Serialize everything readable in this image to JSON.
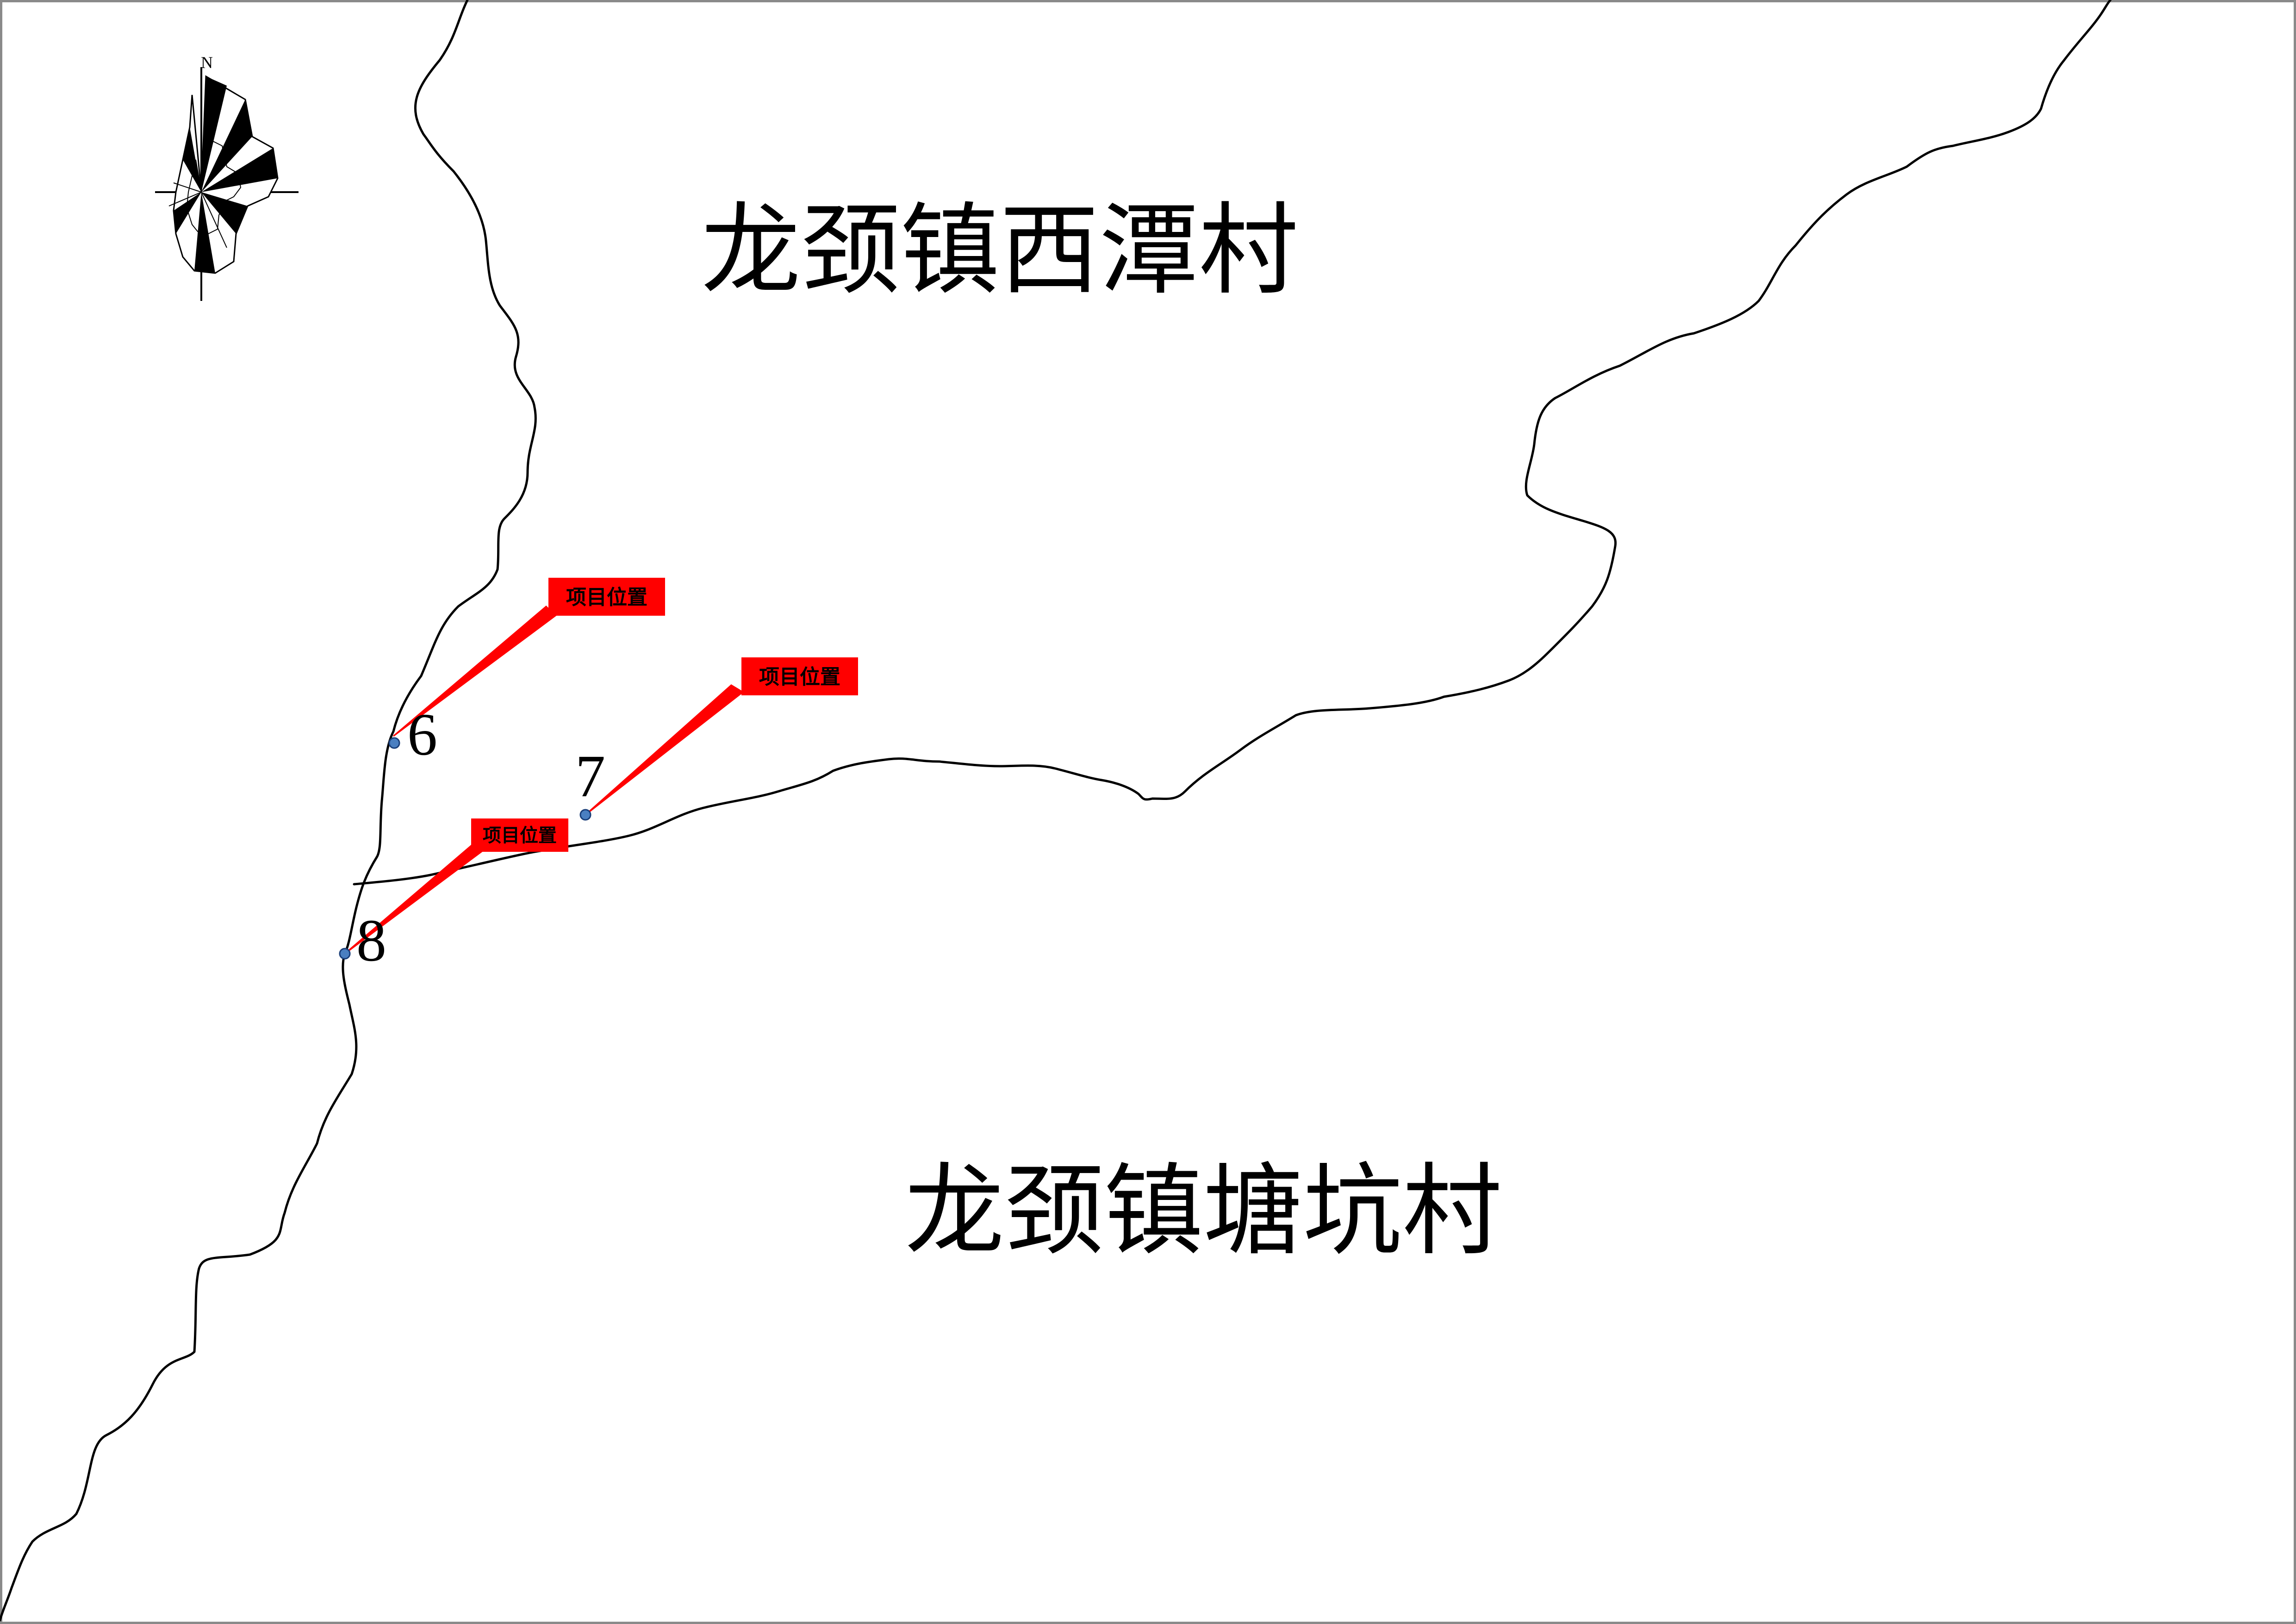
{
  "map": {
    "regions": {
      "north_village": "龙颈镇西潭村",
      "south_village": "龙颈镇塘坑村"
    },
    "north_arrow_letter": "N",
    "project_label": "项目位置",
    "points": [
      "6",
      "7",
      "8"
    ],
    "colors": {
      "boundary": "#000000",
      "callout": "#ff0000",
      "point_fill": "#4a7fc1",
      "frame": "#8a8a8a"
    },
    "icons": {
      "compass": "wind-rose-icon",
      "marker": "survey-point-icon"
    }
  }
}
